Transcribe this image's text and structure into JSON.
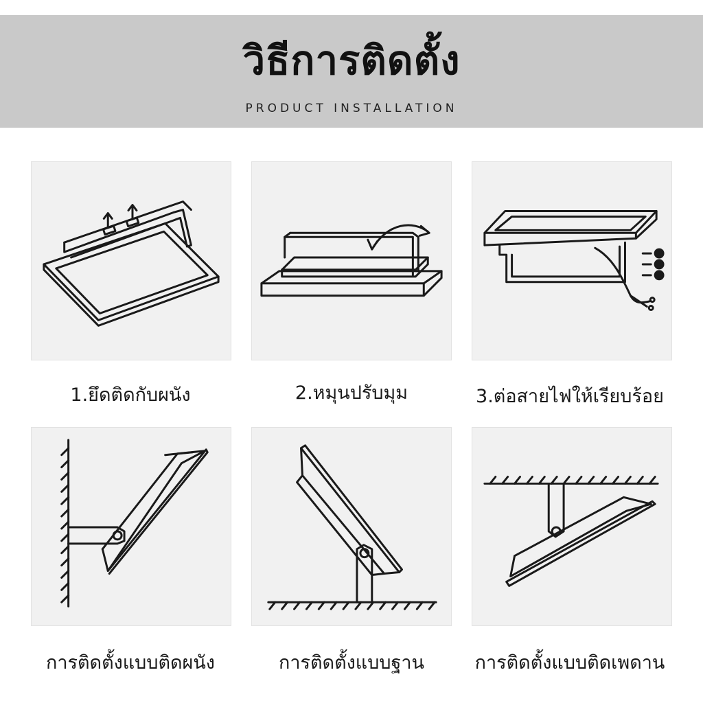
{
  "header": {
    "title": "วิธีการติดตั้ง",
    "subtitle": "PRODUCT INSTALLATION"
  },
  "steps": [
    {
      "label": "1.ยึดติดกับผนัง"
    },
    {
      "label": "2.หมุนปรับมุม"
    },
    {
      "label": "3.ต่อสายไฟให้เรียบร้อย"
    }
  ],
  "mounts": [
    {
      "label": "การติดตั้งแบบติดผนัง"
    },
    {
      "label": "การติดตั้งแบบฐาน"
    },
    {
      "label": "การติดตั้งแบบติดเพดาน"
    }
  ],
  "colors": {
    "header_band": "#c9c9c9",
    "panel_bg": "#f1f1f1",
    "line": "#1a1a1a"
  }
}
